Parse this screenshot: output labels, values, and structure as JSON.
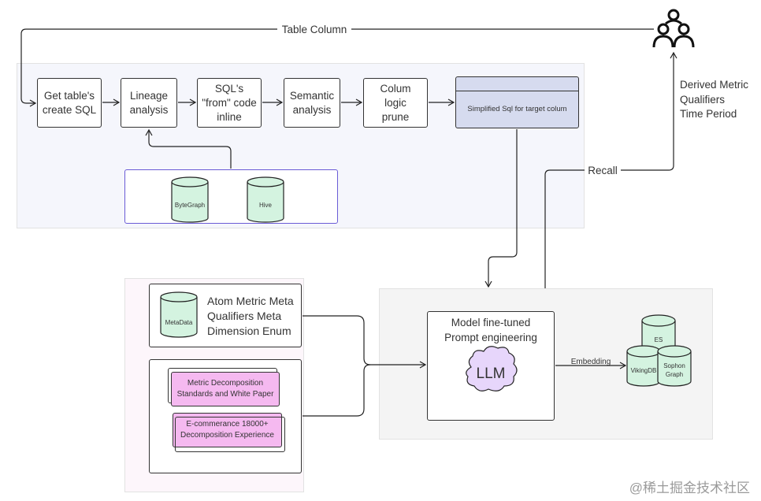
{
  "diagram": {
    "edge_labels": {
      "table_column": "Table Column",
      "recall": "Recall",
      "embedding": "Embedding"
    },
    "pipeline": [
      {
        "label": "Get table's\ncreate SQL"
      },
      {
        "label": "Lineage\nanalysis"
      },
      {
        "label": "SQL's\n\"from\" code\ninline"
      },
      {
        "label": "Semantic\nanalysis"
      },
      {
        "label": "Colum\nlogic\nprune"
      }
    ],
    "output_node": {
      "label": "Simplified Sql for target colum"
    },
    "sources": [
      {
        "label": "ByteGraph"
      },
      {
        "label": "Hive"
      }
    ],
    "metadata": {
      "db_label": "MetaData",
      "description": "Atom Metric Meta\nQualifiers Meta\nDimension Enum"
    },
    "documents": [
      {
        "label": "Metric Decomposition\nStandards and White Paper"
      },
      {
        "label": "E-commerance 18000+\nDecomposition Experience"
      }
    ],
    "model": {
      "title": "Model fine-tuned\nPrompt engineering",
      "cloud_label": "LLM"
    },
    "vector_stores": [
      {
        "label": "ES"
      },
      {
        "label": "VikingDB"
      },
      {
        "label": "Sophon\nGraph"
      }
    ],
    "user": {
      "icon": "users-group-icon",
      "outputs": "Derived Metric\nQualifiers\nTime Period"
    },
    "colors": {
      "group_top_bg": "#f5f6fc",
      "group_left_bg": "#fdf6fb",
      "group_right_bg": "#f4f4f4",
      "db_fill": "#d4f3e0",
      "output_node_fill": "#d6dbef",
      "doc_fill": "#f5b9f0",
      "llm_fill": "#e7d6fb",
      "source_border": "#6a5bd6"
    }
  },
  "watermark": "@稀土掘金技术社区"
}
